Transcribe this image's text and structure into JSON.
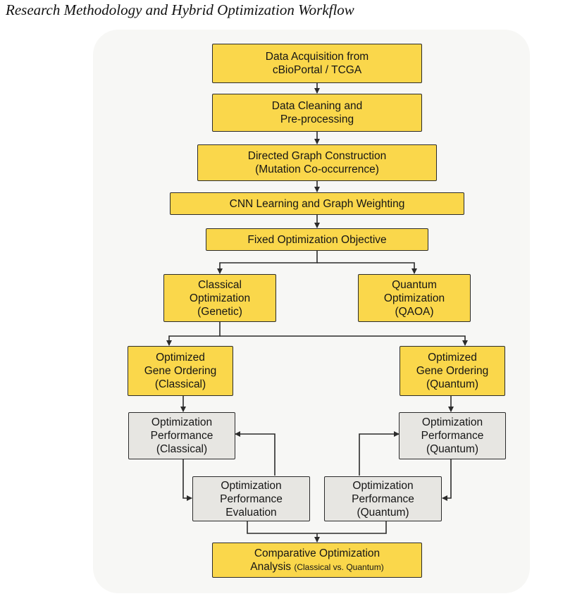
{
  "title": "Research Methodology and Hybrid Optimization Workflow",
  "nodes": {
    "acquisition": [
      "Data Acquisition from",
      "cBioPortal / TCGA"
    ],
    "cleaning": [
      "Data Cleaning and",
      "Pre-processing"
    ],
    "graph": [
      "Directed Graph Construction",
      "(Mutation Co-occurrence)"
    ],
    "cnn": [
      "CNN Learning and Graph Weighting"
    ],
    "objective": [
      "Fixed Optimization Objective"
    ],
    "classical_opt": [
      "Classical",
      "Optimization",
      "(Genetic)"
    ],
    "quantum_opt": [
      "Quantum",
      "Optimization",
      "(QAOA)"
    ],
    "ordering_classical": [
      "Optimized",
      "Gene Ordering",
      "(Classical)"
    ],
    "ordering_quantum": [
      "Optimized",
      "Gene Ordering",
      "(Quantum)"
    ],
    "perf_classical": [
      "Optimization",
      "Performance",
      "(Classical)"
    ],
    "perf_quantum": [
      "Optimization",
      "Performance",
      "(Quantum)"
    ],
    "evaluation": [
      "Optimization",
      "Performance",
      "Evaluation"
    ],
    "perf_quantum_2": [
      "Optimization",
      "Performance",
      "(Quantum)"
    ],
    "comparative": [
      "Comparative Optimization",
      "Analysis",
      "(Classical vs. Quantum)"
    ]
  },
  "colors": {
    "process": "#fad74b",
    "evaluation": "#e7e6e2",
    "line": "#2b2b2b"
  }
}
